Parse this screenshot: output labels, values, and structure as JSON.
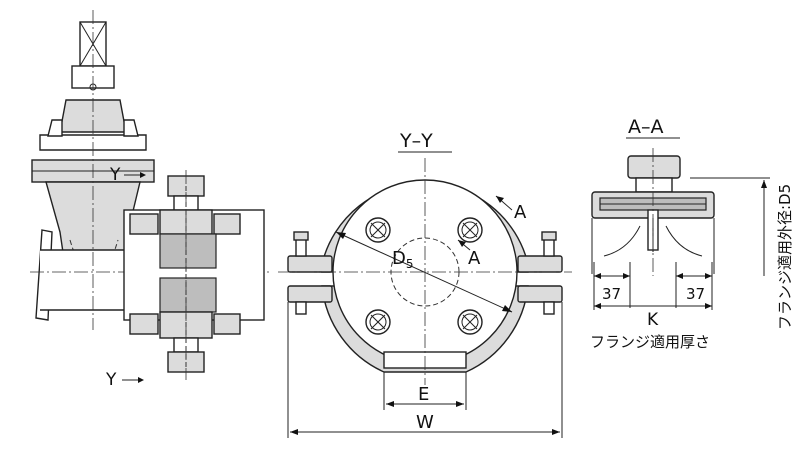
{
  "labels": {
    "section_yy_title": "Y–Y",
    "section_aa_title": "A–A",
    "y_marker_top": "Y",
    "y_marker_bottom": "Y",
    "a_marker_top": "A",
    "a_marker_bottom": "A",
    "dim_d5": "D",
    "dim_d5_sub": "5",
    "dim_e": "E",
    "dim_w": "W",
    "dim_k": "K",
    "dim_37_left": "37",
    "dim_37_right": "37",
    "flange_thickness_note": "フランジ適用厚さ",
    "flange_outer_dia_note": "フランジ適用外径:D5"
  },
  "colors": {
    "line": "#222222",
    "fill_gray": "#dcdcdc",
    "fill_dark": "#bdbdbd",
    "background": "#ffffff"
  }
}
